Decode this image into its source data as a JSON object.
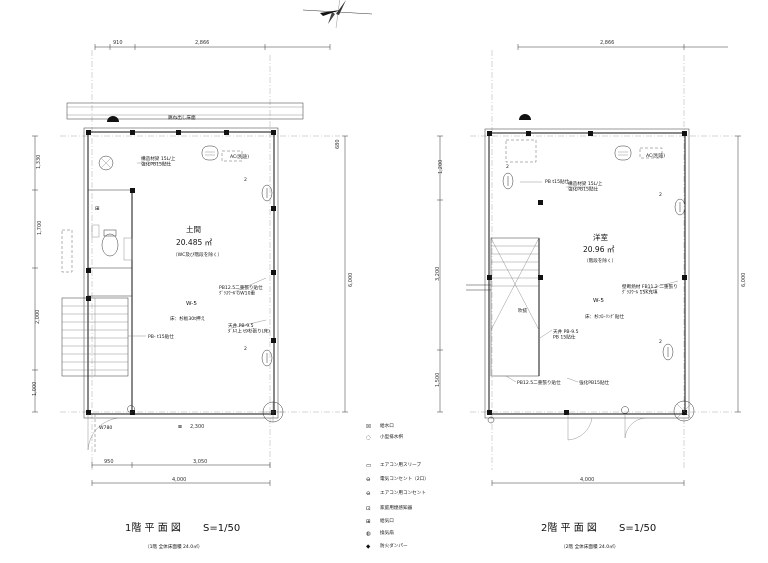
{
  "plan1": {
    "title": "1階 平 面 図",
    "scale": "S=1/50",
    "area_note": "（1階 全体床面積  24.0㎡）",
    "room_name": "土間",
    "room_area": "20.485 ㎡",
    "room_note": "（WC及び階段を除く）",
    "window_code": "W-5",
    "label_eave": "跳ね出し床面",
    "label_ac": "AC(別途)",
    "label_beam": "構造材梁 15L/上\n強化PB15貼仕",
    "label_wall": "PB12.5二重張り貼仕\nｸﾞﾗｽｳｰﾙ GW10重",
    "label_floor": "床：杉板30t押え",
    "label_ceiling": "天井 PB-9.5\nﾀﾞﾙﾏ上 t9杉張り(床)",
    "label_stair": "PB- t15貼仕",
    "label_door": "W780",
    "dims_top": [
      "910",
      "2,866",
      "680"
    ],
    "dims_left": [
      "1,330",
      "1,700",
      "2,000",
      "1,000"
    ],
    "dims_bottom": [
      "950",
      "3,050",
      "4,000"
    ],
    "dim_right": "6,000",
    "dim_door": "2,300"
  },
  "plan2": {
    "title": "2階 平 面 図",
    "scale": "S=1/50",
    "area_note": "（2階 全体床面積  24.0㎡）",
    "room_name": "洋室",
    "room_area": "20.96 ㎡",
    "room_note": "（階段を除く）",
    "window_code": "W-5",
    "label_ac": "AC(別途)",
    "label_beam": "構造材梁 15L/上\n強化PB15貼仕",
    "label_pb": "PB t15貼仕",
    "label_wall": "壁断熱材 FB11.2 二重張り\nｸﾞﾗｽｳｰﾙ 15K充填",
    "label_hole": "吹抜",
    "label_ceiling": "天井 PB-9.5\nPB 15貼仕",
    "label_floor": "床：杉ﾌﾛｰﾘﾝｸﾞ貼仕",
    "label_stair": "PB12.5二重張り貼仕",
    "label_lower": "強化PB15貼仕",
    "dims_top": [
      "2,866"
    ],
    "dims_left": [
      "1,200",
      "3,200",
      "1,500"
    ],
    "dims_bottom": [
      "4,000"
    ],
    "dim_right": "6,000"
  },
  "legend": {
    "items": [
      {
        "symbol": "☒",
        "label": "給水口"
      },
      {
        "symbol": "◌",
        "label": "小型排水桝"
      },
      {
        "symbol": "▭",
        "label": "エアコン用スリーブ"
      },
      {
        "symbol": "⊖",
        "label": "電気コンセント（2口）"
      },
      {
        "symbol": "⊖",
        "label": "エアコン用コンセント"
      },
      {
        "symbol": "⊡",
        "label": "家庭用煙感知器"
      },
      {
        "symbol": "⊞",
        "label": "給気口"
      },
      {
        "symbol": "◍",
        "label": "換気扇"
      },
      {
        "symbol": "◆",
        "label": "防火ダンパー"
      }
    ]
  }
}
